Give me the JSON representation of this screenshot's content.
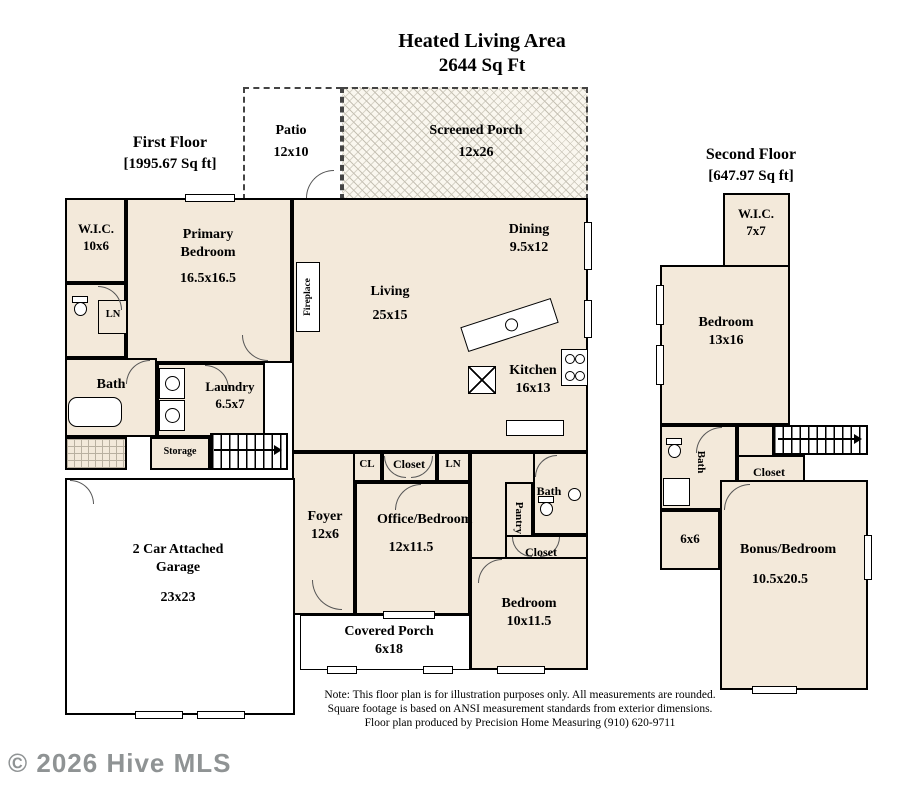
{
  "title": {
    "line1": "Heated Living Area",
    "line2": "2644 Sq Ft"
  },
  "floors": {
    "first": {
      "name": "First Floor",
      "sqft": "[1995.67 Sq ft]"
    },
    "second": {
      "name": "Second Floor",
      "sqft": "[647.97 Sq ft]"
    }
  },
  "rooms": {
    "patio": {
      "name": "Patio",
      "dims": "12x10"
    },
    "screened_porch": {
      "name": "Screened Porch",
      "dims": "12x26"
    },
    "wic1": {
      "name": "W.I.C.",
      "dims": "10x6"
    },
    "primary_bedroom": {
      "name": "Primary Bedroom",
      "dims": "16.5x16.5"
    },
    "dining": {
      "name": "Dining",
      "dims": "9.5x12"
    },
    "living": {
      "name": "Living",
      "dims": "25x15"
    },
    "fireplace": {
      "name": "Fireplace"
    },
    "ln_powder": {
      "name": "LN"
    },
    "bath1": {
      "name": "Bath"
    },
    "laundry": {
      "name": "Laundry",
      "dims": "6.5x7"
    },
    "storage": {
      "name": "Storage"
    },
    "kitchen": {
      "name": "Kitchen",
      "dims": "16x13"
    },
    "cl": {
      "name": "CL"
    },
    "closet_hall": {
      "name": "Closet"
    },
    "ln_hall": {
      "name": "LN"
    },
    "foyer": {
      "name": "Foyer",
      "dims": "12x6"
    },
    "office_bedroom": {
      "name": "Office/Bedroom",
      "dims": "12x11.5"
    },
    "pantry": {
      "name": "Pantry"
    },
    "bath2": {
      "name": "Bath"
    },
    "closet_bedroom": {
      "name": "Closet"
    },
    "bedroom2": {
      "name": "Bedroom",
      "dims": "10x11.5"
    },
    "garage": {
      "name": "2 Car Attached Garage",
      "dims": "23x23"
    },
    "covered_porch": {
      "name": "Covered Porch",
      "dims": "6x18"
    },
    "wic2": {
      "name": "W.I.C.",
      "dims": "7x7"
    },
    "bedroom3": {
      "name": "Bedroom",
      "dims": "13x16"
    },
    "bath3": {
      "name": "Bath"
    },
    "closet2f": {
      "name": "Closet"
    },
    "room6x6": {
      "dims": "6x6"
    },
    "bonus_bedroom": {
      "name": "Bonus/Bedroom",
      "dims": "10.5x20.5"
    }
  },
  "footnote": {
    "line1": "Note: This floor plan is for illustration purposes only. All measurements are rounded.",
    "line2": "Square footage is based on ANSI measurement standards from exterior dimensions.",
    "line3": "Floor plan produced by Precision Home Measuring (910) 620-9711"
  },
  "watermark": "© 2026 Hive MLS",
  "colors": {
    "room_fill": "#f3e9da",
    "wall": "#000000",
    "hatch": "#c6c1b4",
    "watermark": "#8f9394"
  },
  "icons": {
    "fixtures": [
      "toilet",
      "tub",
      "shower",
      "washer",
      "dryer",
      "stove",
      "sink",
      "kitchen-island",
      "stairs",
      "door-arc",
      "window"
    ]
  }
}
